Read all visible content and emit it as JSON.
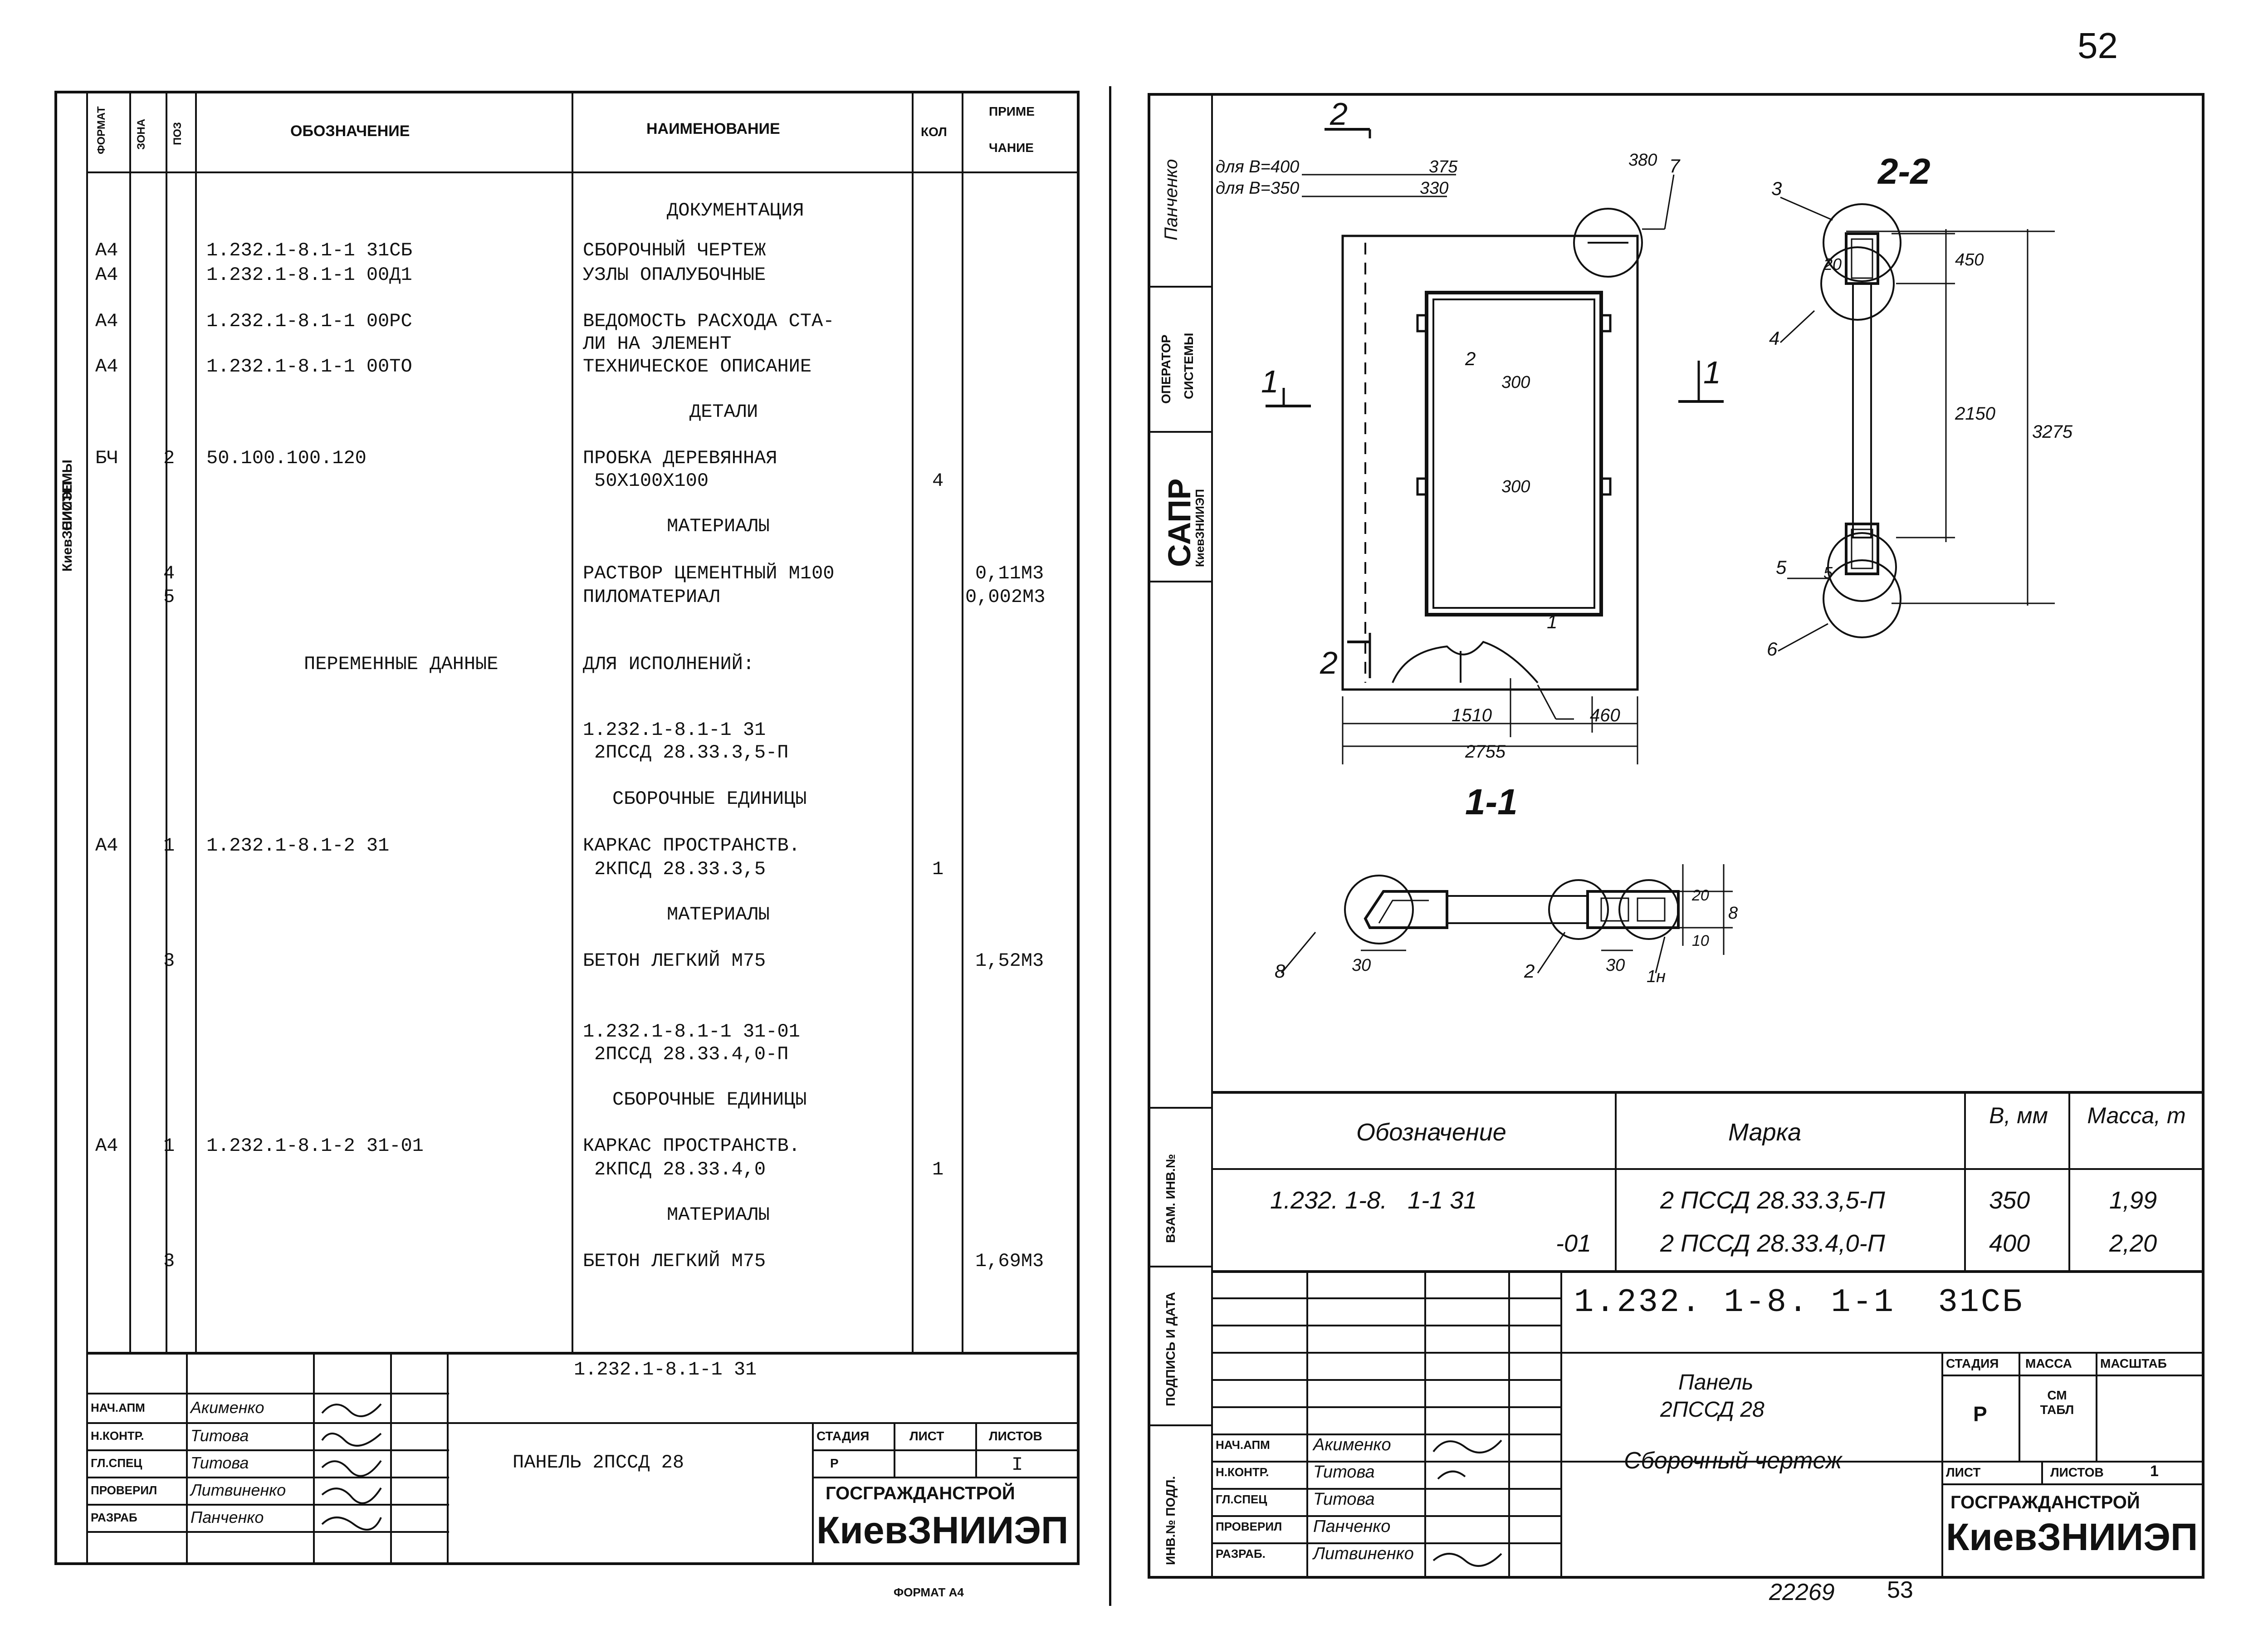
{
  "page_number": "52",
  "left_sheet": {
    "headers": {
      "format": "ФОРМАТ",
      "zone": "ЗОНА",
      "pos": "ПОЗ",
      "designation": "ОБОЗНАЧЕНИЕ",
      "name": "НАИМЕНОВАНИЕ",
      "qty": "КОЛ",
      "note_1": "ПРИМЕ",
      "note_2": "ЧАНИЕ"
    },
    "rows": [
      {
        "format": "",
        "pos": "",
        "designation": "",
        "name": "ДОКУМЕНТАЦИЯ",
        "qty": "",
        "note": ""
      },
      {
        "format": "А4",
        "pos": "",
        "designation": "1.232.1-8.1-1 31СБ",
        "name": "СБОРОЧНЫЙ ЧЕРТЕЖ",
        "qty": "",
        "note": ""
      },
      {
        "format": "А4",
        "pos": "",
        "designation": "1.232.1-8.1-1 00Д1",
        "name": "УЗЛЫ ОПАЛУБОЧНЫЕ",
        "qty": "",
        "note": ""
      },
      {
        "format": "А4",
        "pos": "",
        "designation": "1.232.1-8.1-1 00РС",
        "name": "ВЕДОМОСТЬ РАСХОДА СТА-",
        "qty": "",
        "note": ""
      },
      {
        "format": "",
        "pos": "",
        "designation": "",
        "name": "ЛИ НА ЭЛЕМЕНТ",
        "qty": "",
        "note": ""
      },
      {
        "format": "А4",
        "pos": "",
        "designation": "1.232.1-8.1-1 00ТО",
        "name": "ТЕХНИЧЕСКОЕ ОПИСАНИЕ",
        "qty": "",
        "note": ""
      },
      {
        "format": "",
        "pos": "",
        "designation": "",
        "name": "ДЕТАЛИ",
        "qty": "",
        "note": ""
      },
      {
        "format": "БЧ",
        "pos": "2",
        "designation": "50.100.100.120",
        "name": "ПРОБКА ДЕРЕВЯННАЯ",
        "qty": "",
        "note": ""
      },
      {
        "format": "",
        "pos": "",
        "designation": "",
        "name": "50Х100Х100",
        "qty": "4",
        "note": ""
      },
      {
        "format": "",
        "pos": "",
        "designation": "",
        "name": "МАТЕРИАЛЫ",
        "qty": "",
        "note": ""
      },
      {
        "format": "",
        "pos": "4",
        "designation": "",
        "name": "РАСТВОР ЦЕМЕНТНЫЙ М100",
        "qty": "",
        "note": "0,11М3"
      },
      {
        "format": "",
        "pos": "5",
        "designation": "",
        "name": "ПИЛОМАТЕРИАЛ",
        "qty": "",
        "note": "0,002М3"
      },
      {
        "format": "",
        "pos": "",
        "designation": "ПЕРЕМЕННЫЕ ДАННЫЕ",
        "name": "ДЛЯ ИСПОЛНЕНИЙ:",
        "qty": "",
        "note": ""
      },
      {
        "format": "",
        "pos": "",
        "designation": "",
        "name": "1.232.1-8.1-1 31",
        "qty": "",
        "note": ""
      },
      {
        "format": "",
        "pos": "",
        "designation": "",
        "name": "2ПССД 28.33.3,5-П",
        "qty": "",
        "note": ""
      },
      {
        "format": "",
        "pos": "",
        "designation": "",
        "name": "СБОРОЧНЫЕ ЕДИНИЦЫ",
        "qty": "",
        "note": ""
      },
      {
        "format": "А4",
        "pos": "1",
        "designation": "1.232.1-8.1-2 31",
        "name": "КАРКАС ПРОСТРАНСТВ.",
        "qty": "",
        "note": ""
      },
      {
        "format": "",
        "pos": "",
        "designation": "",
        "name": "2КПСД 28.33.3,5",
        "qty": "1",
        "note": ""
      },
      {
        "format": "",
        "pos": "",
        "designation": "",
        "name": "МАТЕРИАЛЫ",
        "qty": "",
        "note": ""
      },
      {
        "format": "",
        "pos": "3",
        "designation": "",
        "name": "БЕТОН ЛЕГКИЙ М75",
        "qty": "",
        "note": "1,52М3"
      },
      {
        "format": "",
        "pos": "",
        "designation": "",
        "name": "1.232.1-8.1-1 31-01",
        "qty": "",
        "note": ""
      },
      {
        "format": "",
        "pos": "",
        "designation": "",
        "name": "2ПССД 28.33.4,0-П",
        "qty": "",
        "note": ""
      },
      {
        "format": "",
        "pos": "",
        "designation": "",
        "name": "СБОРОЧНЫЕ ЕДИНИЦЫ",
        "qty": "",
        "note": ""
      },
      {
        "format": "А4",
        "pos": "1",
        "designation": "1.232.1-8.1-2 31-01",
        "name": "КАРКАС ПРОСТРАНСТВ.",
        "qty": "",
        "note": ""
      },
      {
        "format": "",
        "pos": "",
        "designation": "",
        "name": "2КПСД 28.33.4,0",
        "qty": "1",
        "note": ""
      },
      {
        "format": "",
        "pos": "",
        "designation": "",
        "name": "МАТЕРИАЛЫ",
        "qty": "",
        "note": ""
      },
      {
        "format": "",
        "pos": "3",
        "designation": "",
        "name": "БЕТОН ЛЕГКИЙ М75",
        "qty": "",
        "note": "1,69М3"
      }
    ],
    "side_labels": {
      "systems": "СИСТЕМЫ",
      "org": "КиевЗНИИЭП"
    },
    "stamp": {
      "code": "1.232.1-8.1-1 31",
      "title": "ПАНЕЛЬ 2ПССД 28",
      "stage_label": "СТАДИЯ",
      "sheet_label": "ЛИСТ",
      "sheets_label": "ЛИСТОВ",
      "stage": "Р",
      "sheets": "I",
      "ministry": "ГОСГРАЖДАНСТРОЙ",
      "org": "КиевЗНИИЭП",
      "roles": [
        {
          "role": "НАЧ.АПМ",
          "name": "Акименко"
        },
        {
          "role": "Н.КОНТР.",
          "name": "Титова"
        },
        {
          "role": "ГЛ.СПЕЦ",
          "name": "Титова"
        },
        {
          "role": "ПРОВЕРИЛ",
          "name": "Литвиненко"
        },
        {
          "role": "РАЗРАБ",
          "name": "Панченко"
        }
      ]
    },
    "format_note": "ФОРМАТ А4"
  },
  "right_sheet": {
    "side_labels": {
      "operator": "ОПЕРАТОР",
      "systems": "СИСТЕМЫ",
      "sapr": "САПР",
      "org": "КиевЗНИИЭП",
      "author": "Панченко",
      "inv_vzam": "ВЗАМ. ИНВ.№",
      "sign_date": "ПОДПИСЬ И ДАТА",
      "inv_podl": "ИНВ.№ ПОДЛ."
    },
    "drawing": {
      "section_22": "2-2",
      "section_11": "1-1",
      "cut_mark_2": "2",
      "cut_mark_1": "1",
      "note_b400": "для В=400",
      "note_b350": "для В=350",
      "dims": [
        "375",
        "330",
        "380",
        "300",
        "300",
        "1510",
        "460",
        "2755",
        "450",
        "2150",
        "3275",
        "20",
        "5",
        "30",
        "30",
        "10",
        "20",
        "8",
        "1н"
      ],
      "callouts": [
        "1",
        "2",
        "3",
        "4",
        "5",
        "6",
        "7",
        "8"
      ]
    },
    "table": {
      "headers": [
        "Обозначение",
        "Марка",
        "В, мм",
        "Масса, т"
      ],
      "rows": [
        {
          "designation": "1.232. 1-8.   1-1 31",
          "mark": "2 ПССД 28.33.3,5-П",
          "b": "350",
          "mass": "1,99"
        },
        {
          "designation": "-01",
          "mark": "2 ПССД 28.33.4,0-П",
          "b": "400",
          "mass": "2,20"
        }
      ]
    },
    "stamp": {
      "code": "1.232. 1-8. 1-1  31СБ",
      "title_1": "Панель",
      "title_2": "2ПССД 28",
      "subtitle": "Сборочный чертеж",
      "stage_label": "СТАДИЯ",
      "mass_label": "МАССА",
      "scale_label": "МАСШТАБ",
      "stage": "Р",
      "mass": "СМ ТАБЛ",
      "sheet_label": "ЛИСТ",
      "sheets_label": "ЛИСТОВ",
      "sheets": "1",
      "ministry": "ГОСГРАЖДАНСТРОЙ",
      "org": "КиевЗНИИЭП",
      "roles": [
        {
          "role": "НАЧ.АПМ",
          "name": "Акименко"
        },
        {
          "role": "Н.КОНТР.",
          "name": "Титова"
        },
        {
          "role": "ГЛ.СПЕЦ",
          "name": "Титова"
        },
        {
          "role": "ПРОВЕРИЛ",
          "name": "Панченко"
        },
        {
          "role": "РАЗРАБ.",
          "name": "Литвиненко"
        }
      ]
    },
    "footer": {
      "number": "22269",
      "page": "53"
    }
  }
}
